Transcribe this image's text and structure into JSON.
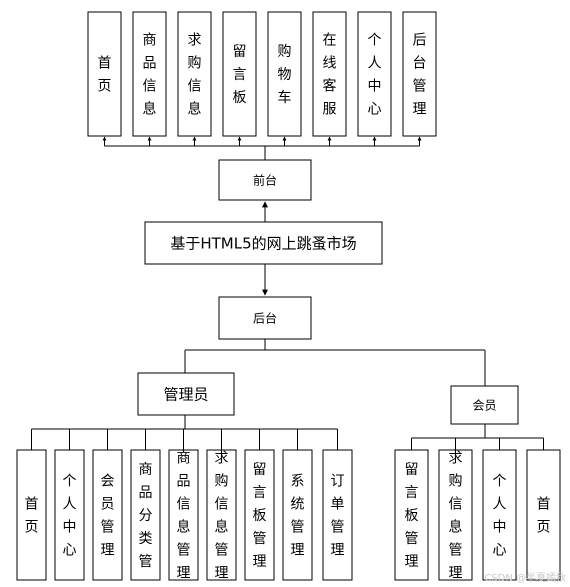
{
  "root": {
    "label": "基于HTML5的网上跳蚤市场"
  },
  "front": {
    "label": "前台",
    "modules": [
      "首页",
      "商品信息",
      "求购信息",
      "留言板",
      "购物车",
      "在线客服",
      "个人中心",
      "后台管理"
    ]
  },
  "back": {
    "label": "后台",
    "admin": {
      "label": "管理员",
      "modules": [
        "首页",
        "个人中心",
        "会员管理",
        "商品分类管",
        "商品信息管理",
        "求购信息管理",
        "留言板管理",
        "系统管理",
        "订单管理"
      ]
    },
    "member": {
      "label": "会员",
      "modules": [
        "留言板管理",
        "求购信息管理",
        "个人中心",
        "首页"
      ]
    }
  },
  "watermark": "CSDN @半夏嫣秋"
}
